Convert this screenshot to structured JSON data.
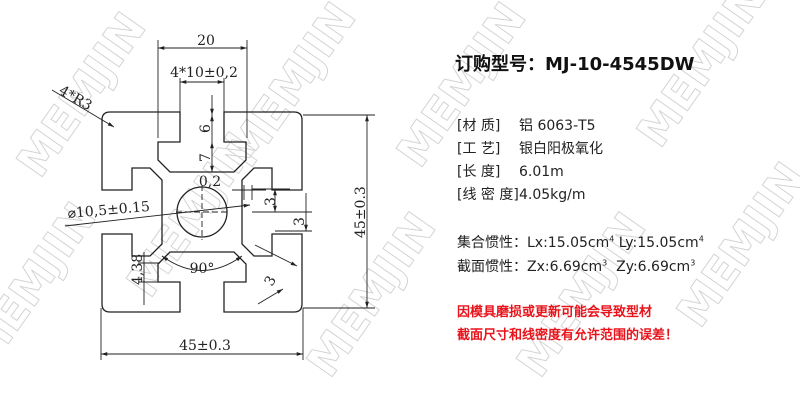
{
  "watermark": "MEMJIN",
  "drawing": {
    "dim_top_width": "20",
    "dim_slot_opening": "4*10±0,2",
    "dim_corner_radius": "4*R3",
    "dim_lip_depth": "6",
    "dim_slot_depth": "7",
    "dim_gap": "0,2",
    "dim_center_hole": "⌀10,5±0.15",
    "dim_web_a": "3",
    "dim_web_b": "3",
    "dim_height": "45±0.3",
    "dim_lip_height": "4,38",
    "dim_angle": "90°",
    "dim_diag_web": "3",
    "dim_width": "45±0.3"
  },
  "info": {
    "title": "订购型号：MJ-10-4545DW",
    "specs": [
      {
        "label": "[材      质]",
        "value": "铝 6063-T5"
      },
      {
        "label": "[工      艺]",
        "value": "银白阳极氧化"
      },
      {
        "label": "[长      度]",
        "value": "6.01m"
      },
      {
        "label": "[线 密 度]",
        "value": "4.05kg/m"
      }
    ],
    "inertia_label": "集合惯性：",
    "lx": "Lx:15.05cm",
    "lx_exp": "4",
    "ly": "Ly:15.05cm",
    "ly_exp": "4",
    "section_label": "截面惯性：",
    "zx": "Zx:6.69cm",
    "zx_exp": "3",
    "zy": "Zy:6.69cm",
    "zy_exp": "3",
    "warning_1": "因模具磨损或更新可能会导致型材",
    "warning_2": "截面尺寸和线密度有允许范围的误差！"
  },
  "colors": {
    "warning": "#e8141b",
    "line": "#222222",
    "watermark": "#d8d8d8"
  }
}
